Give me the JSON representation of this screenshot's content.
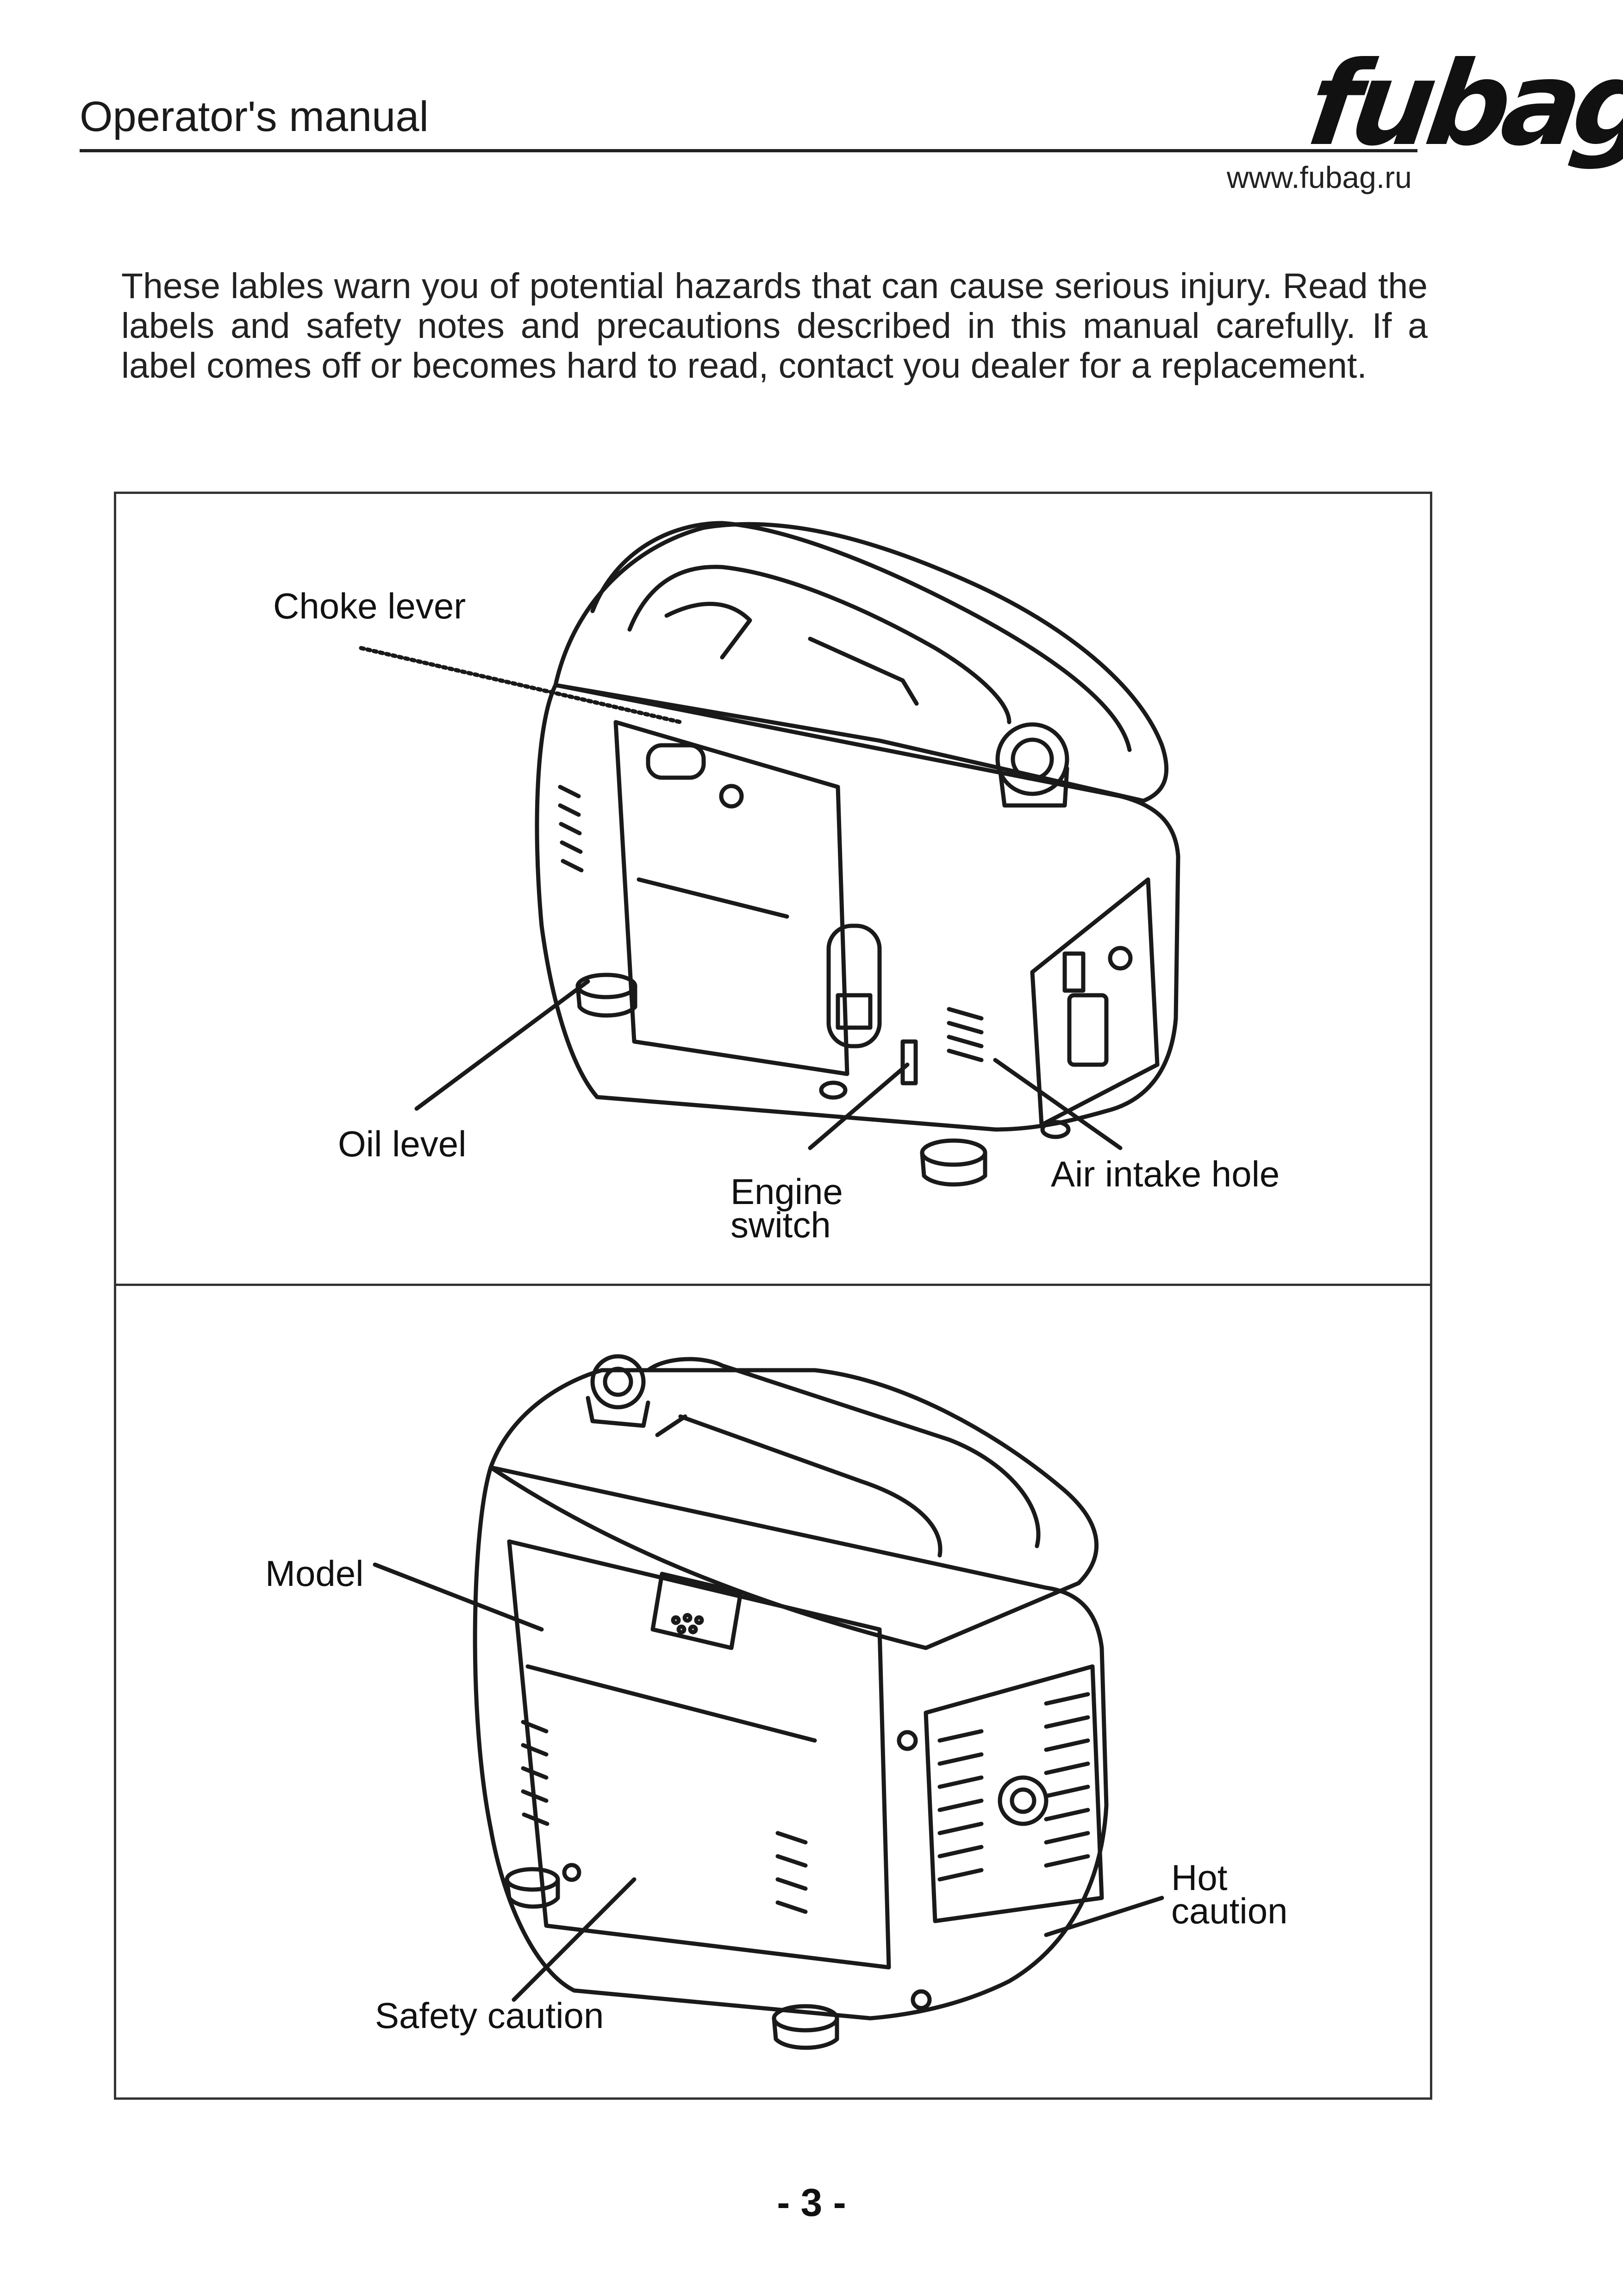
{
  "header": {
    "title": "Operator's manual",
    "brand": "fubag",
    "website": "www.fubag.ru"
  },
  "intro_text": "These lables warn you of potential hazards that can cause serious injury. Read the labels and safety notes and precautions described in this manual carefully. If a label comes off or becomes hard to read, contact you dealer for a replacement.",
  "figure_top": {
    "labels": {
      "choke_lever": "Choke lever",
      "oil_level": "Oil level",
      "engine_switch": "Engine\nswitch",
      "air_intake_hole": "Air intake hole"
    }
  },
  "figure_bottom": {
    "labels": {
      "model": "Model",
      "hot_caution": "Hot\ncaution",
      "safety_caution": "Safety caution"
    }
  },
  "footer": {
    "page_number": "- 3 -"
  }
}
